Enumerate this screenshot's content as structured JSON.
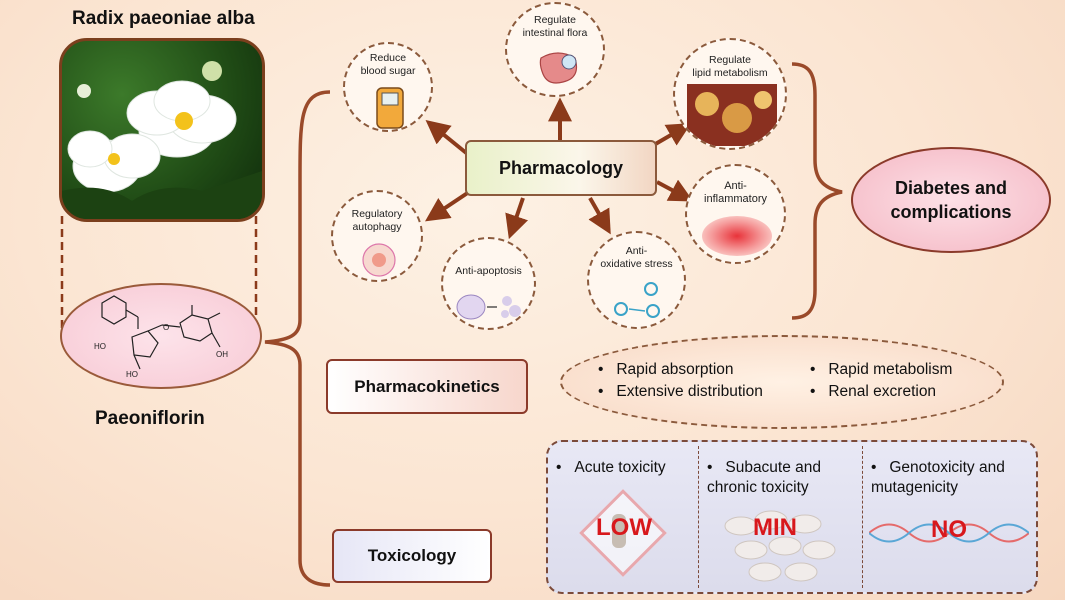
{
  "plant_name": "Radix paeoniae alba",
  "compound_name": "Paeoniflorin",
  "pharmacology": {
    "label": "Pharmacology",
    "effects": [
      {
        "id": "blood-sugar",
        "label": "Reduce\nblood sugar"
      },
      {
        "id": "intestinal",
        "label": "Regulate\nintestinal flora"
      },
      {
        "id": "lipid",
        "label": "Regulate\nlipid metabolism"
      },
      {
        "id": "autophagy",
        "label": "Regulatory\nautophagy"
      },
      {
        "id": "apoptosis",
        "label": "Anti-apoptosis"
      },
      {
        "id": "oxidative",
        "label": "Anti-\noxidative stress"
      },
      {
        "id": "inflammatory",
        "label": "Anti-\ninflammatory"
      }
    ]
  },
  "outcome": "Diabetes and\ncomplications",
  "pharmacokinetics": {
    "label": "Pharmacokinetics",
    "items": [
      "Rapid absorption",
      "Rapid metabolism",
      "Extensive distribution",
      "Renal excretion"
    ]
  },
  "toxicology": {
    "label": "Toxicology",
    "items": [
      {
        "label": "Acute toxicity",
        "stamp": "LOW"
      },
      {
        "label": "Subacute and\nchronic toxicity",
        "stamp": "MIN"
      },
      {
        "label": "Genotoxicity and\nmutagenicity",
        "stamp": "NO"
      }
    ]
  },
  "compound_atoms": {
    "ho1": "HO",
    "ho2": "HO",
    "o": "O",
    "oh": "OH"
  },
  "colors": {
    "brown": "#8b3a2a",
    "stamp_red": "#d8181c"
  }
}
